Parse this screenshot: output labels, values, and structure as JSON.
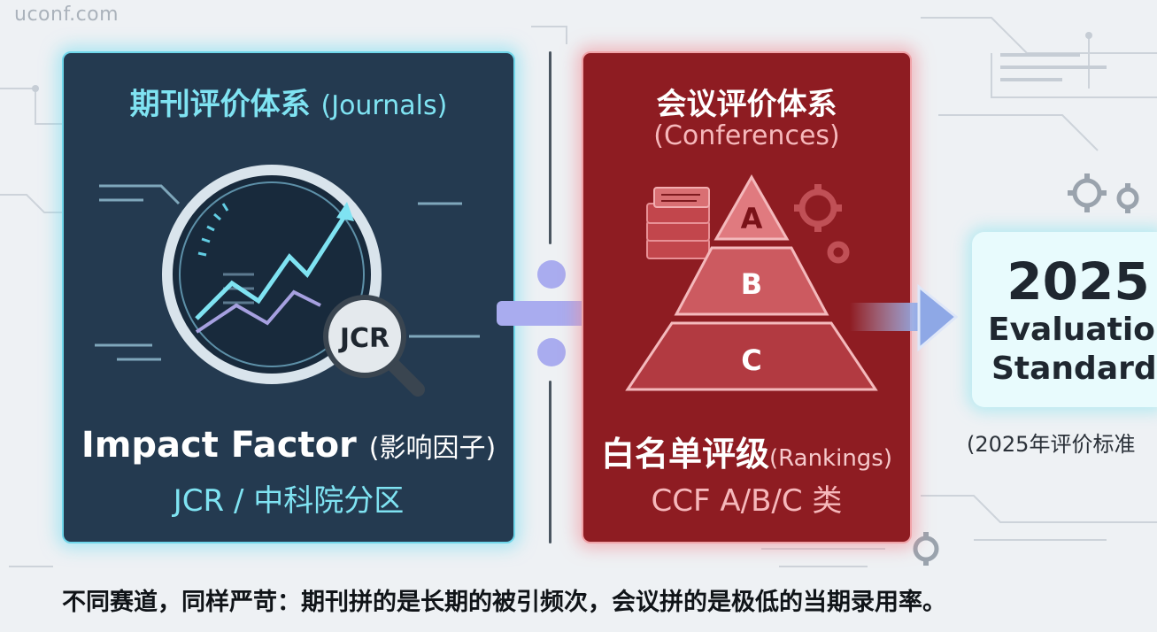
{
  "watermark": "uconf.com",
  "journals": {
    "title": "期刊评价体系",
    "title_en": "(Journals)",
    "badge": "JCR",
    "metric": "Impact Factor",
    "metric_cn": "(影响因子)",
    "sub": "JCR / 中科院分区"
  },
  "conferences": {
    "title": "会议评价体系",
    "title_en": "(Conferences)",
    "tiers": [
      "A",
      "B",
      "C"
    ],
    "metric": "白名单评级",
    "metric_en": "(Rankings)",
    "sub": "CCF A/B/C 类"
  },
  "evaluation": {
    "year": "2025",
    "line1": "Evaluation",
    "line2": "Standards",
    "cn": "(2025年评价标准"
  },
  "caption": "不同赛道，同样严苛：期刊拼的是长期的被引频次，会议拼的是极低的当期录用率。",
  "icons": [
    "magnifier-chart-icon",
    "divide-icon",
    "pyramid-icon",
    "document-stack-icon",
    "gear-icon",
    "arrow-right-icon"
  ],
  "colors": {
    "journal_panel": "#243a50",
    "journal_accent": "#7fe3f2",
    "conference_panel": "#8e1c22",
    "conference_accent": "#f6b8bb",
    "divide_symbol": "#a9acef"
  }
}
